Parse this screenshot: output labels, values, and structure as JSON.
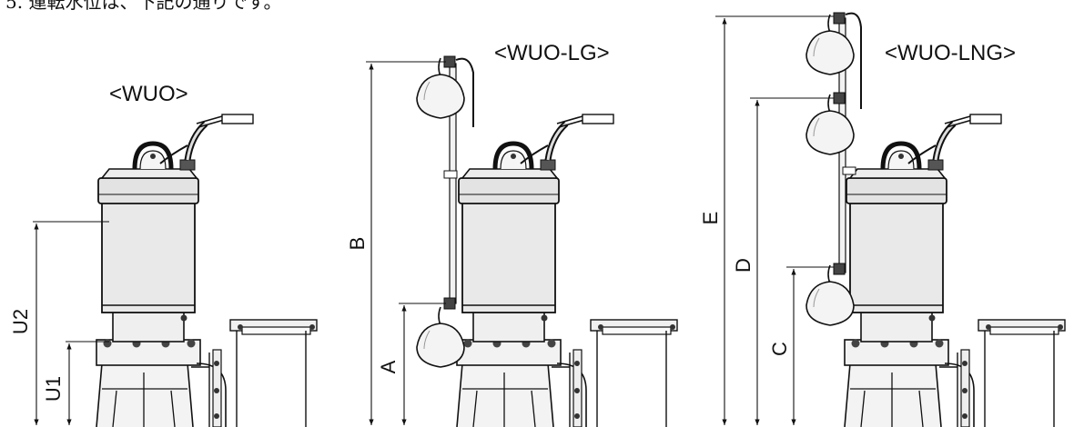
{
  "header": {
    "note": "5. 運転水位は、下記の通りです。"
  },
  "models": [
    {
      "title": "<WUO>",
      "dims": [
        "U2",
        "U1"
      ]
    },
    {
      "title": "<WUO-LG>",
      "dims": [
        "B",
        "A"
      ]
    },
    {
      "title": "<WUO-LNG>",
      "dims": [
        "E",
        "D",
        "C"
      ]
    }
  ],
  "colors": {
    "line": "#111111",
    "pump_body": "#e9e9e9",
    "shade": "#bdbdbd"
  }
}
